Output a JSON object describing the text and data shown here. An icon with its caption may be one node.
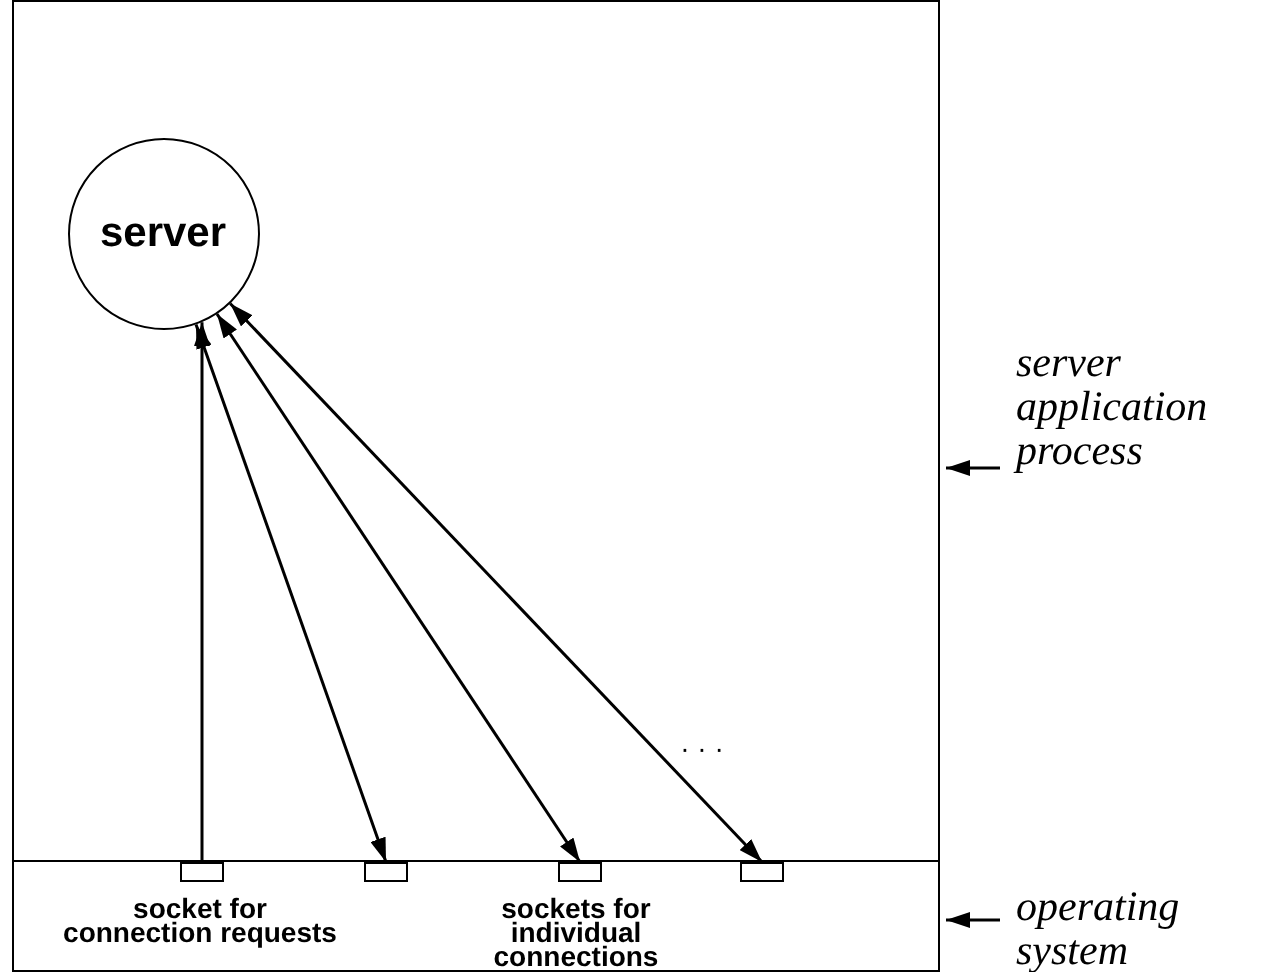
{
  "diagram": {
    "nodes": [
      {
        "text": [],
        "shape": "box"
      },
      {
        "text": [],
        "shape": "box"
      },
      {
        "text": [
          "server"
        ],
        "in": 0
      },
      {
        "text": [],
        "shape": "box",
        "in": 1
      },
      {
        "text": [],
        "shape": "box",
        "in": 1
      },
      {
        "text": [],
        "shape": "box",
        "in": 1
      },
      {
        "text": [],
        "shape": "box",
        "in": 1
      },
      {
        "text": [
          "server application process"
        ]
      },
      {
        "text": [
          "operating system"
        ]
      }
    ],
    "edges": [
      {
        "from": 3,
        "to": 2,
        "arrow": "to"
      },
      {
        "from": 2,
        "to": 4,
        "arrow": "both"
      },
      {
        "from": 2,
        "to": 5,
        "arrow": "both"
      },
      {
        "from": 2,
        "to": 6,
        "arrow": "both"
      },
      {
        "from": 7,
        "to": 0,
        "arrow": "to"
      },
      {
        "from": 8,
        "to": 1,
        "arrow": "to"
      }
    ],
    "labels": [
      "· · ·",
      "socket for connection requests",
      "sockets for individual connections"
    ]
  }
}
